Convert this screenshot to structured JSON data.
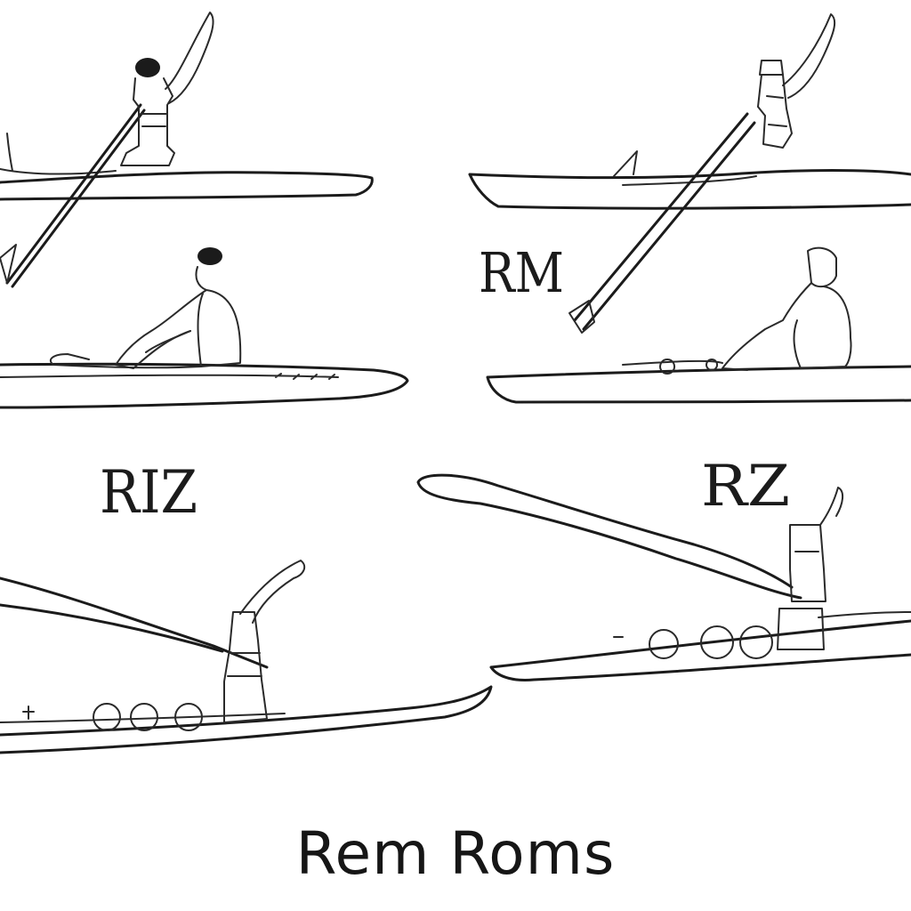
{
  "panel_labels": {
    "top_right": "RM",
    "middle_left": "RIZ",
    "middle_right": "RZ"
  },
  "caption": "Rem Roms",
  "colors": {
    "ink": "#1b1b1b",
    "paper": "#ffffff"
  }
}
